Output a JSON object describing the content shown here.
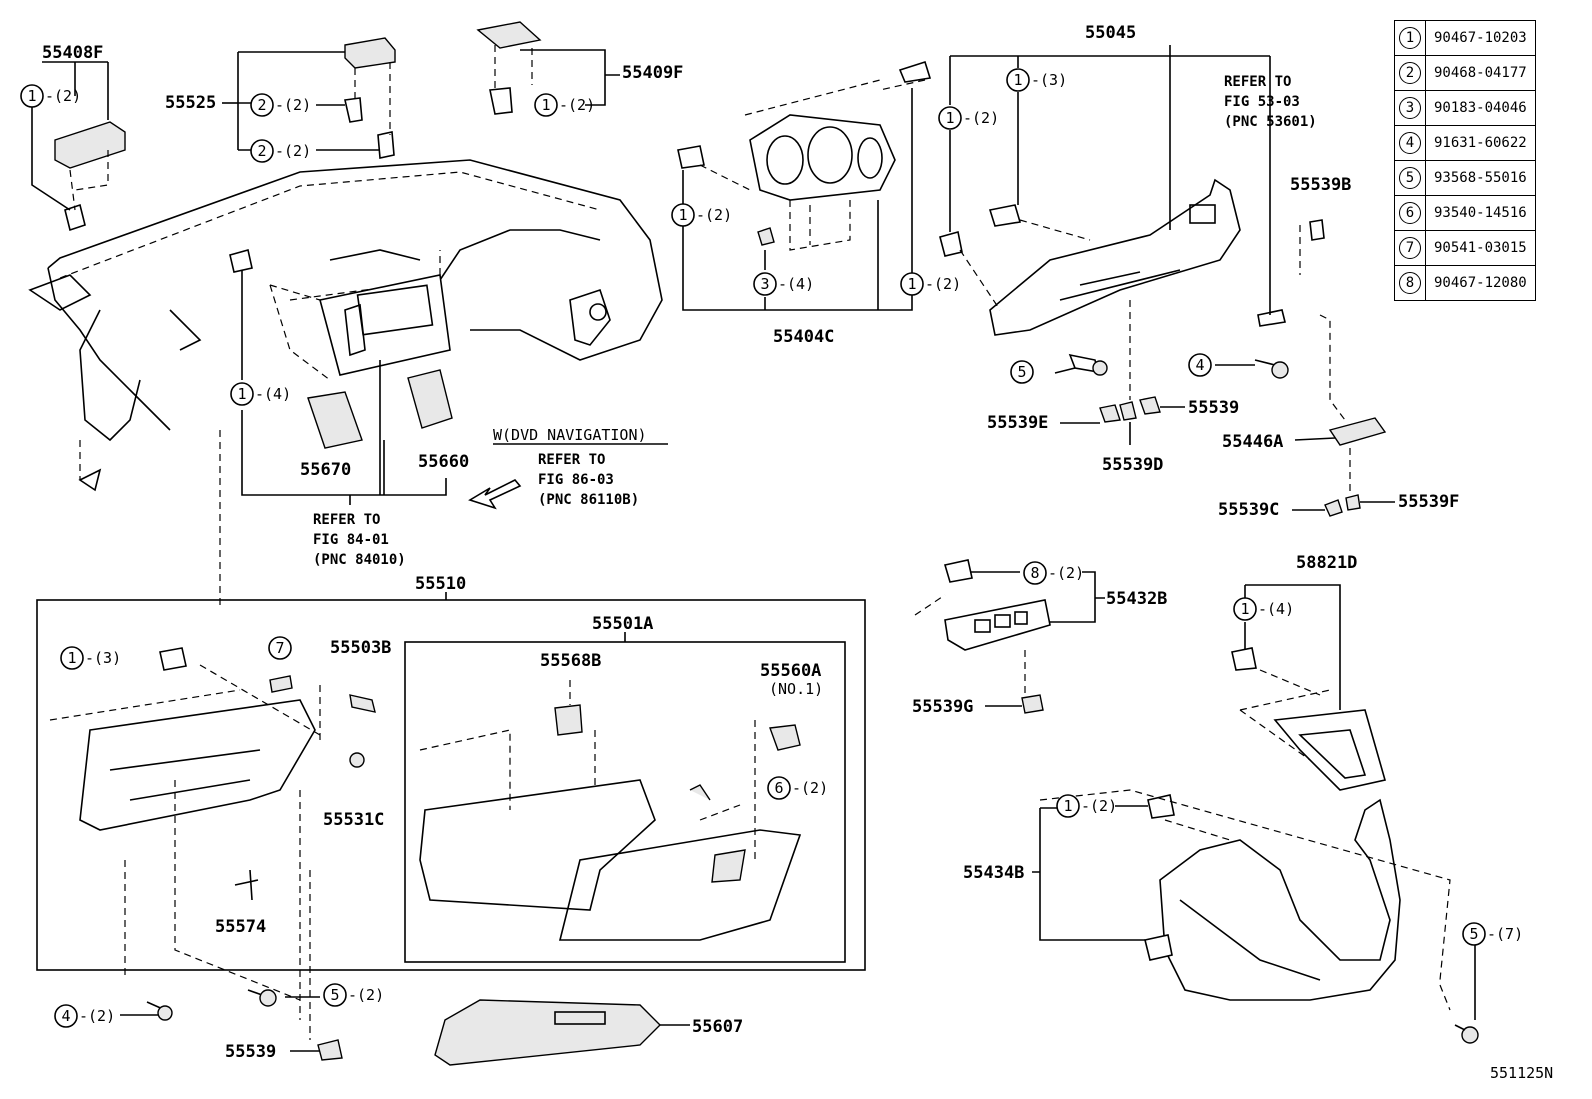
{
  "diagram_id": "551125N",
  "parts": {
    "p55408F": "55408F",
    "p55525": "55525",
    "p55409F": "55409F",
    "p55045": "55045",
    "p55404C": "55404C",
    "p55539B": "55539B",
    "p55670": "55670",
    "p55660": "55660",
    "p55539E": "55539E",
    "p55539": "55539",
    "p55539D": "55539D",
    "p55446A": "55446A",
    "p55539C": "55539C",
    "p55539F": "55539F",
    "p55510": "55510",
    "p55501A": "55501A",
    "p55503B": "55503B",
    "p55568B": "55568B",
    "p55560A": "55560A",
    "p55560A_sub": "(NO.1)",
    "p55531C": "55531C",
    "p55574": "55574",
    "p55539_bot": "55539",
    "p55607": "55607",
    "p55432B": "55432B",
    "p55539G": "55539G",
    "p58821D": "58821D",
    "p55434B": "55434B"
  },
  "callouts": {
    "c1": {
      "num": "1",
      "qty": "-(2)"
    },
    "c2": {
      "num": "2",
      "qty": "-(2)"
    },
    "c3": {
      "num": "2",
      "qty": "-(2)"
    },
    "c4": {
      "num": "1",
      "qty": "-(2)"
    },
    "c5": {
      "num": "1",
      "qty": "-(3)"
    },
    "c6": {
      "num": "1",
      "qty": "-(2)"
    },
    "c7": {
      "num": "1",
      "qty": "-(2)"
    },
    "c8": {
      "num": "3",
      "qty": "-(4)"
    },
    "c9": {
      "num": "1",
      "qty": "-(2)"
    },
    "c10": {
      "num": "5",
      "qty": ""
    },
    "c11": {
      "num": "4",
      "qty": ""
    },
    "c12": {
      "num": "1",
      "qty": "-(4)"
    },
    "c13": {
      "num": "1",
      "qty": "-(3)"
    },
    "c14": {
      "num": "7",
      "qty": ""
    },
    "c15": {
      "num": "6",
      "qty": "-(2)"
    },
    "c16": {
      "num": "4",
      "qty": "-(2)"
    },
    "c17": {
      "num": "5",
      "qty": "-(2)"
    },
    "c18": {
      "num": "8",
      "qty": "-(2)"
    },
    "c19": {
      "num": "1",
      "qty": "-(4)"
    },
    "c20": {
      "num": "1",
      "qty": "-(2)"
    },
    "c21": {
      "num": "5",
      "qty": "-(7)"
    }
  },
  "notes": {
    "refer_53_l1": "REFER TO",
    "refer_53_l2": "FIG 53-03",
    "refer_53_l3": "(PNC 53601)",
    "dvd_title": "W(DVD NAVIGATION)",
    "refer_86_l1": "REFER TO",
    "refer_86_l2": "FIG 86-03",
    "refer_86_l3": "(PNC 86110B)",
    "refer_84_l1": "REFER TO",
    "refer_84_l2": "FIG 84-01",
    "refer_84_l3": "(PNC 84010)"
  },
  "legend": [
    {
      "num": "1",
      "part": "90467-10203"
    },
    {
      "num": "2",
      "part": "90468-04177"
    },
    {
      "num": "3",
      "part": "90183-04046"
    },
    {
      "num": "4",
      "part": "91631-60622"
    },
    {
      "num": "5",
      "part": "93568-55016"
    },
    {
      "num": "6",
      "part": "93540-14516"
    },
    {
      "num": "7",
      "part": "90541-03015"
    },
    {
      "num": "8",
      "part": "90467-12080"
    }
  ]
}
